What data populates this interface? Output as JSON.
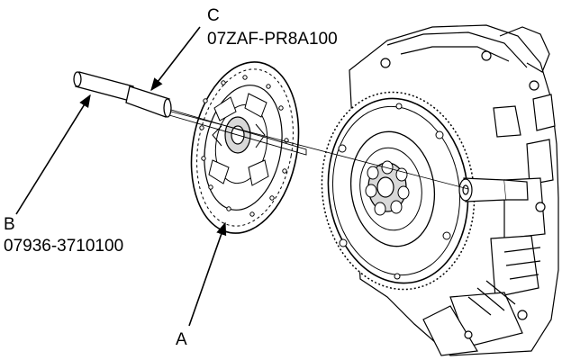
{
  "callouts": {
    "a": {
      "letter": "A"
    },
    "b": {
      "letter": "B",
      "part_number": "07936-3710100"
    },
    "c": {
      "letter": "C",
      "part_number": "07ZAF-PR8A100"
    }
  },
  "colors": {
    "line": "#000000",
    "background": "#ffffff",
    "shade": "#d9d9d9"
  }
}
